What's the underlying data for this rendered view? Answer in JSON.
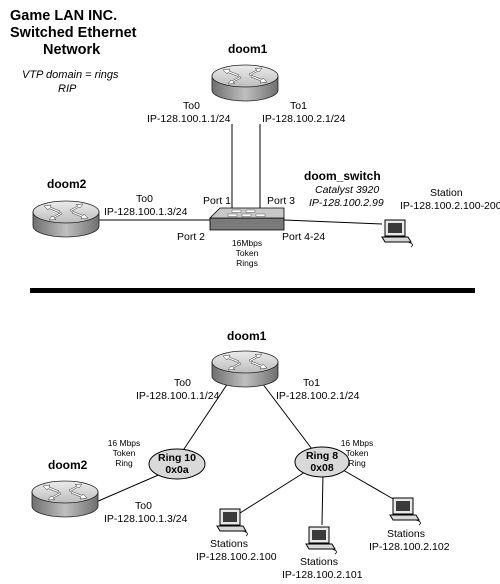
{
  "title": {
    "line1": "Game LAN INC.",
    "line2": "Switched Ethernet",
    "line3": "Network"
  },
  "meta": {
    "vtp": "VTP domain = rings",
    "rip": "RIP"
  },
  "top": {
    "doom1": {
      "name": "doom1",
      "to0": "To0",
      "to0_ip": "IP-128.100.1.1/24",
      "to1": "To1",
      "to1_ip": "IP-128.100.2.1/24"
    },
    "doom2": {
      "name": "doom2",
      "to0": "To0",
      "to0_ip": "IP-128.100.1.3/24"
    },
    "switch": {
      "name": "doom_switch",
      "model": "Catalyst 3920",
      "ip": "IP-128.100.2.99",
      "port1": "Port 1",
      "port2": "Port 2",
      "port3": "Port 3",
      "port424": "Port 4-24",
      "tr1": "16Mbps",
      "tr2": "Token",
      "tr3": "Rings"
    },
    "station": {
      "name": "Station",
      "ip": "IP-128.100.2.100-200"
    }
  },
  "bottom": {
    "doom1": {
      "name": "doom1",
      "to0": "To0",
      "to0_ip": "IP-128.100.1.1/24",
      "to1": "To1",
      "to1_ip": "IP-128.100.2.1/24"
    },
    "doom2": {
      "name": "doom2",
      "to0": "To0",
      "to0_ip": "IP-128.100.1.3/24"
    },
    "ring10": {
      "line1": "Ring 10",
      "line2": "0x0a",
      "sp1": "16 Mbps",
      "sp2": "Token",
      "sp3": "Ring"
    },
    "ring8": {
      "line1": "Ring 8",
      "line2": "0x08",
      "sp1": "16 Mbps",
      "sp2": "Token",
      "sp3": "Ring"
    },
    "stations": [
      {
        "name": "Stations",
        "ip": "IP-128.100.2.100"
      },
      {
        "name": "Stations",
        "ip": "IP-128.100.2.101"
      },
      {
        "name": "Stations",
        "ip": "IP-128.100.2.102"
      }
    ]
  },
  "colors": {
    "router_top": "#d0d0d0",
    "router_side": "#8a8a8a",
    "ring_fill": "#d9d9d9",
    "line": "#000000"
  }
}
